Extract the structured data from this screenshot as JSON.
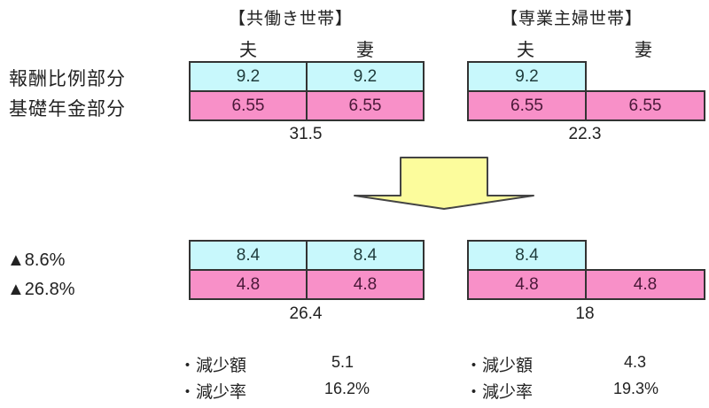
{
  "row_labels": {
    "earnings_related": "報酬比例部分",
    "basic_pension": "基礎年金部分"
  },
  "groups": [
    {
      "title": "【共働き世帯】",
      "persons": [
        "夫",
        "妻"
      ],
      "before": {
        "earnings_related": [
          "9.2",
          "9.2"
        ],
        "basic_pension": [
          "6.55",
          "6.55"
        ],
        "total": "31.5"
      },
      "after": {
        "earnings_related": [
          "8.4",
          "8.4"
        ],
        "basic_pension": [
          "4.8",
          "4.8"
        ],
        "total": "26.4"
      },
      "reduction": {
        "amount_label": "・減少額",
        "amount": "5.1",
        "rate_label": "・減少率",
        "rate": "16.2%"
      }
    },
    {
      "title": "【専業主婦世帯】",
      "persons": [
        "夫",
        "妻"
      ],
      "before": {
        "earnings_related": [
          "9.2"
        ],
        "basic_pension": [
          "6.55",
          "6.55"
        ],
        "total": "22.3"
      },
      "after": {
        "earnings_related": [
          "8.4"
        ],
        "basic_pension": [
          "4.8",
          "4.8"
        ],
        "total": "18"
      },
      "reduction": {
        "amount_label": "・減少額",
        "amount": "4.3",
        "rate_label": "・減少率",
        "rate": "19.3%"
      }
    }
  ],
  "change_rates": {
    "earnings_related": "▲8.6%",
    "basic_pension": "▲26.8%"
  },
  "arrow": {
    "icon": "down-arrow-icon",
    "fill": "#fcfc9c"
  },
  "colors": {
    "earnings_related": "#c8f8fc",
    "basic_pension": "#f890c8",
    "border": "#333333"
  }
}
